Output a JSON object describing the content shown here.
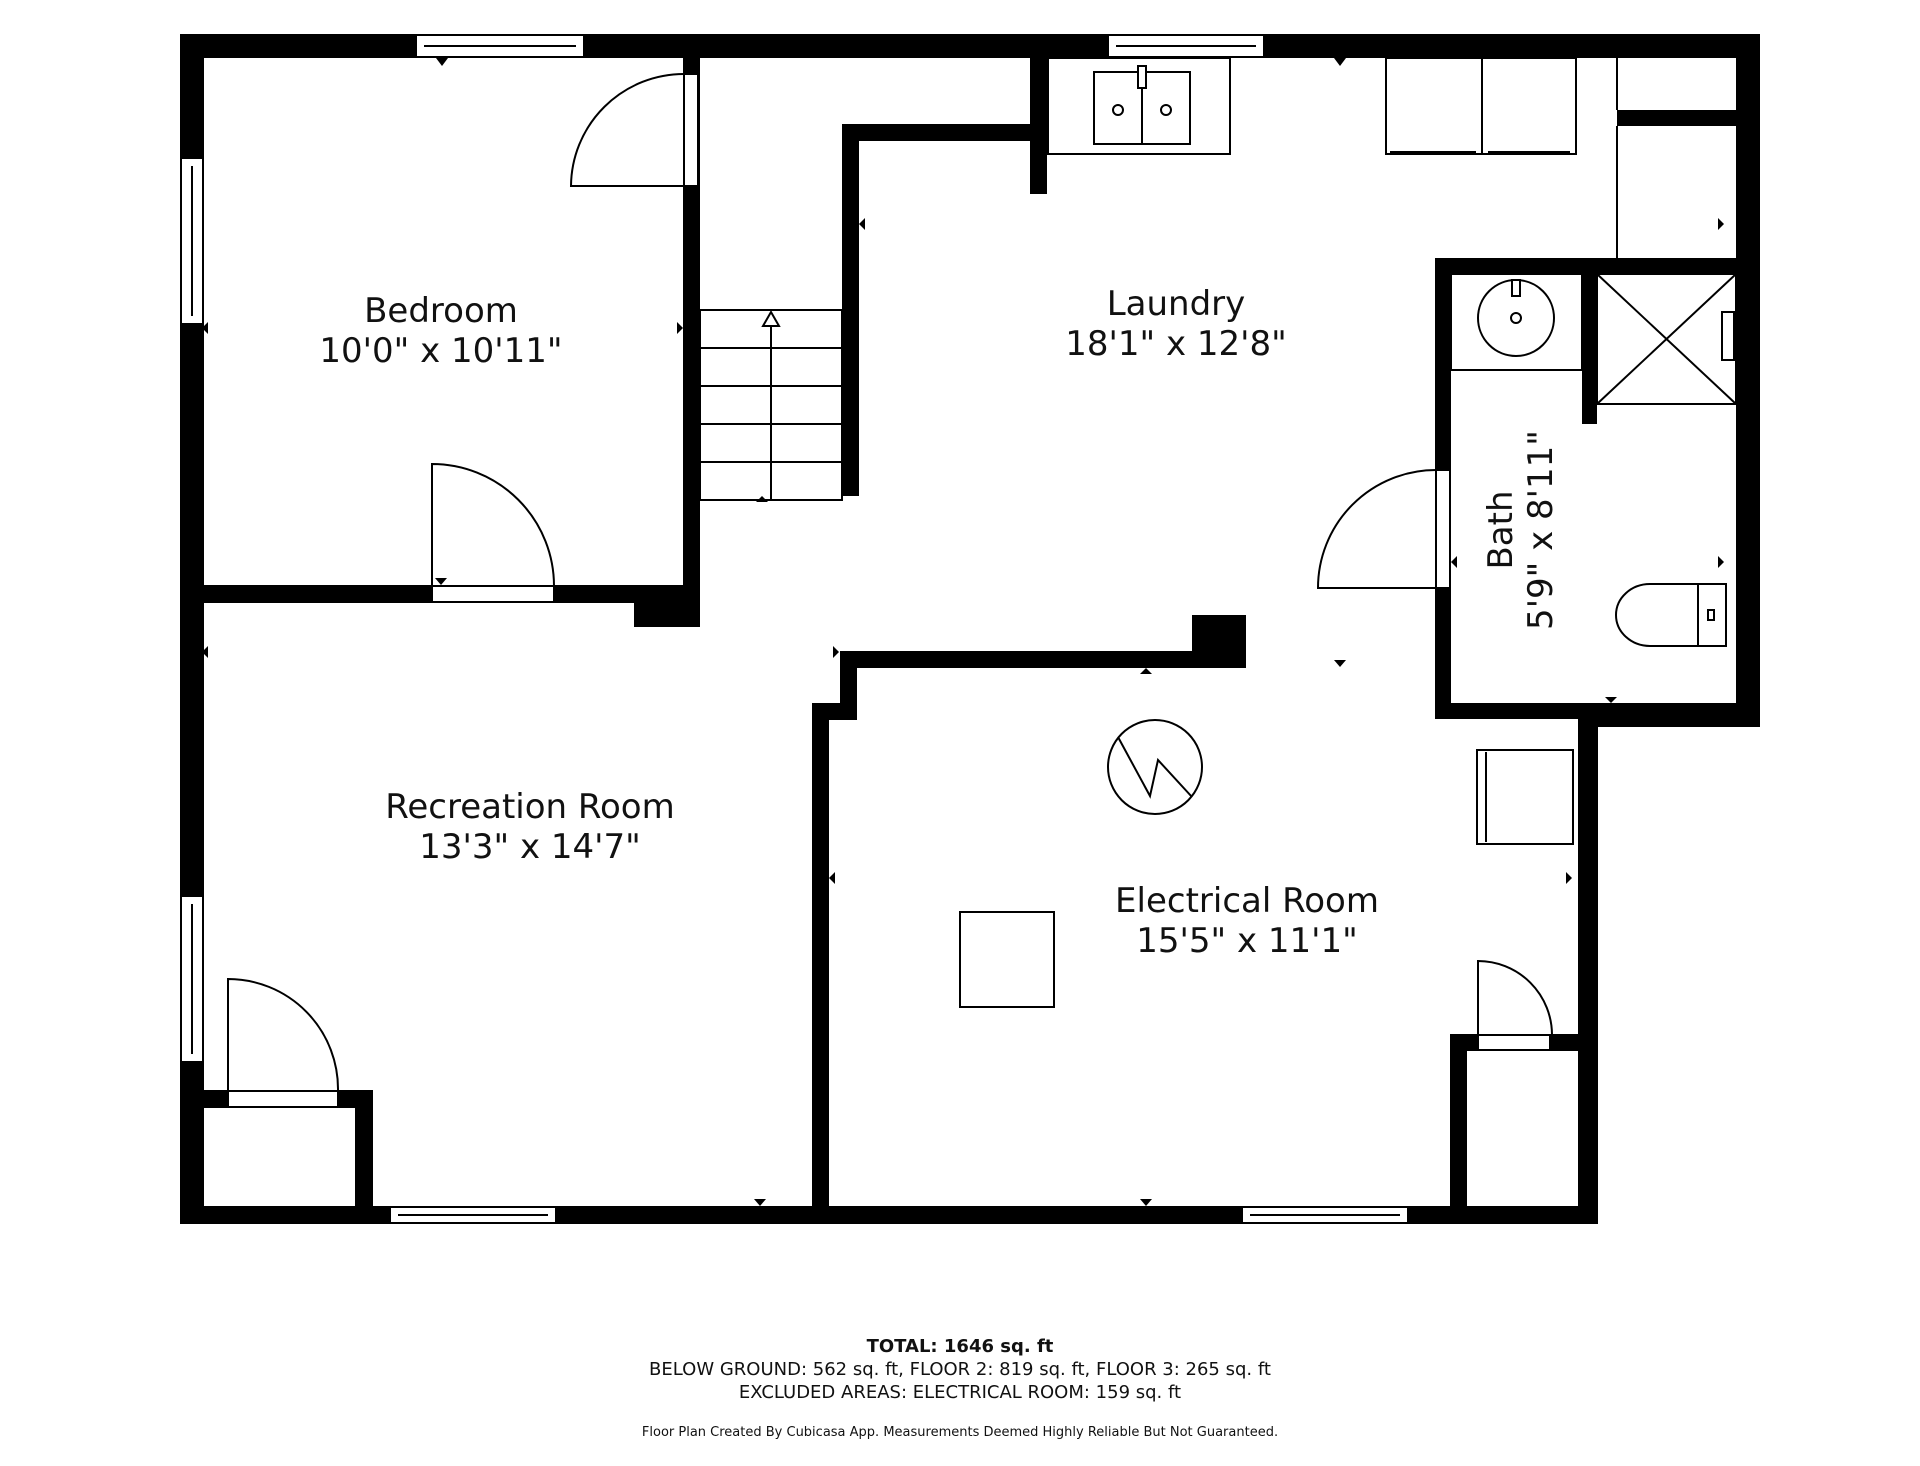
{
  "rooms": {
    "bedroom": {
      "name": "Bedroom",
      "dims": "10'0\" x 10'11\""
    },
    "laundry": {
      "name": "Laundry",
      "dims": "18'1\" x 12'8\""
    },
    "bath": {
      "name": "Bath",
      "dims": "5'9\" x 8'11\""
    },
    "recreation": {
      "name": "Recreation Room",
      "dims": "13'3\" x 14'7\""
    },
    "electrical": {
      "name": "Electrical Room",
      "dims": "15'5\" x 11'1\""
    }
  },
  "footer": {
    "total_label": "TOTAL:",
    "total_value": "1646 sq. ft",
    "breakdown": "BELOW GROUND: 562 sq. ft, FLOOR 2: 819 sq. ft, FLOOR 3: 265 sq. ft",
    "excluded": "EXCLUDED AREAS: ELECTRICAL ROOM: 159 sq. ft",
    "credit": "Floor Plan Created By Cubicasa App. Measurements Deemed Highly Reliable But Not Guaranteed."
  }
}
